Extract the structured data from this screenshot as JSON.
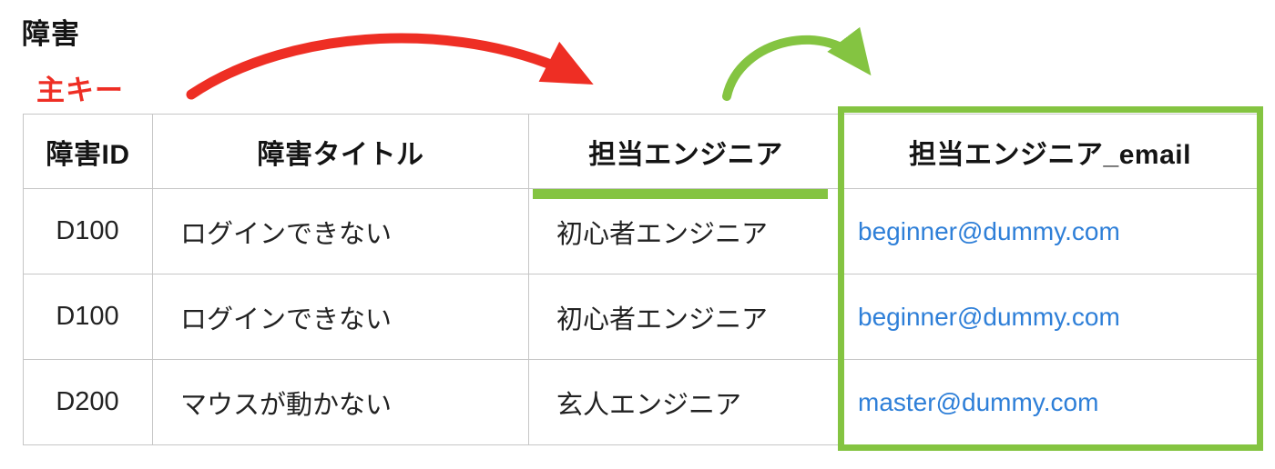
{
  "title": "障害",
  "annotations": {
    "primary_key_label": "主キー",
    "red_arrow_meaning": "primary-key-to-engineer-dependency",
    "green_arrow_meaning": "engineer-to-email-dependency"
  },
  "table": {
    "columns": [
      "障害ID",
      "障害タイトル",
      "担当エンジニア",
      "担当エンジニア_email"
    ],
    "rows": [
      [
        "D100",
        "ログインできない",
        "初心者エンジニア",
        "beginner@dummy.com"
      ],
      [
        "D100",
        "ログインできない",
        "初心者エンジニア",
        "beginner@dummy.com"
      ],
      [
        "D200",
        "マウスが動かない",
        "玄人エンジニア",
        "master@dummy.com"
      ]
    ]
  },
  "colors": {
    "accent_red": "#ee2e24",
    "accent_green": "#84c441",
    "email_blue": "#2e7fd8",
    "table_border": "#c6c6c6"
  }
}
